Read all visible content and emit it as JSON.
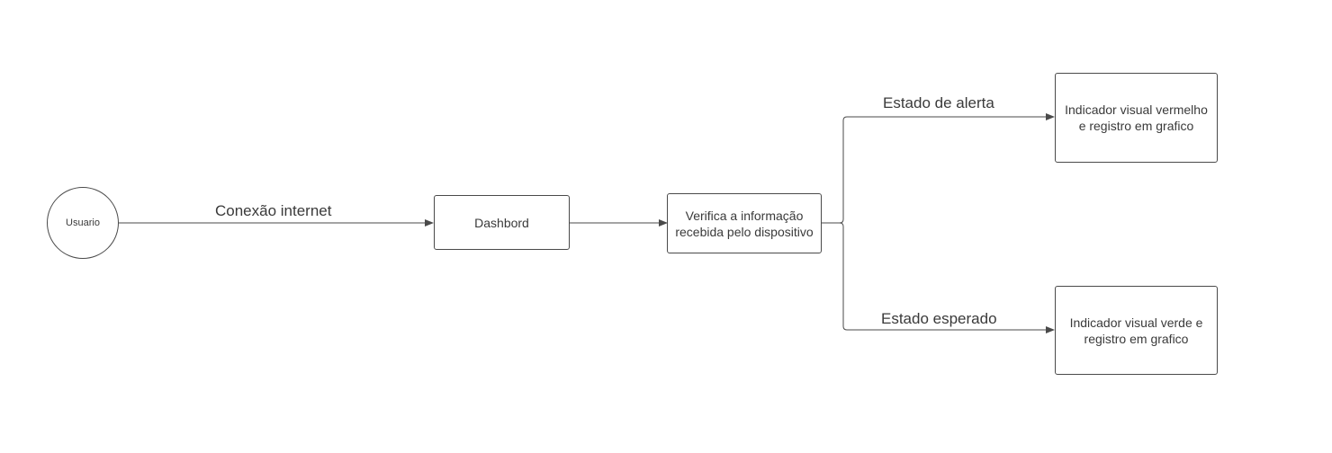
{
  "nodes": {
    "user": {
      "label": "Usuario"
    },
    "dashboard": {
      "label": "Dashbord"
    },
    "verify": {
      "label": "Verifica  a informação\nrecebida pelo dispositivo"
    },
    "alert_indicator": {
      "label": "Indicador visual vermelho\ne registro em grafico"
    },
    "expected_indicator": {
      "label": "Indicador visual verde e\nregistro em grafico"
    }
  },
  "edges": {
    "internet": {
      "label": "Conexão internet"
    },
    "alert": {
      "label": "Estado de alerta"
    },
    "expected": {
      "label": "Estado esperado"
    }
  },
  "colors": {
    "stroke": "#4a4a4a",
    "text": "#3a3a3a",
    "background": "#ffffff"
  }
}
